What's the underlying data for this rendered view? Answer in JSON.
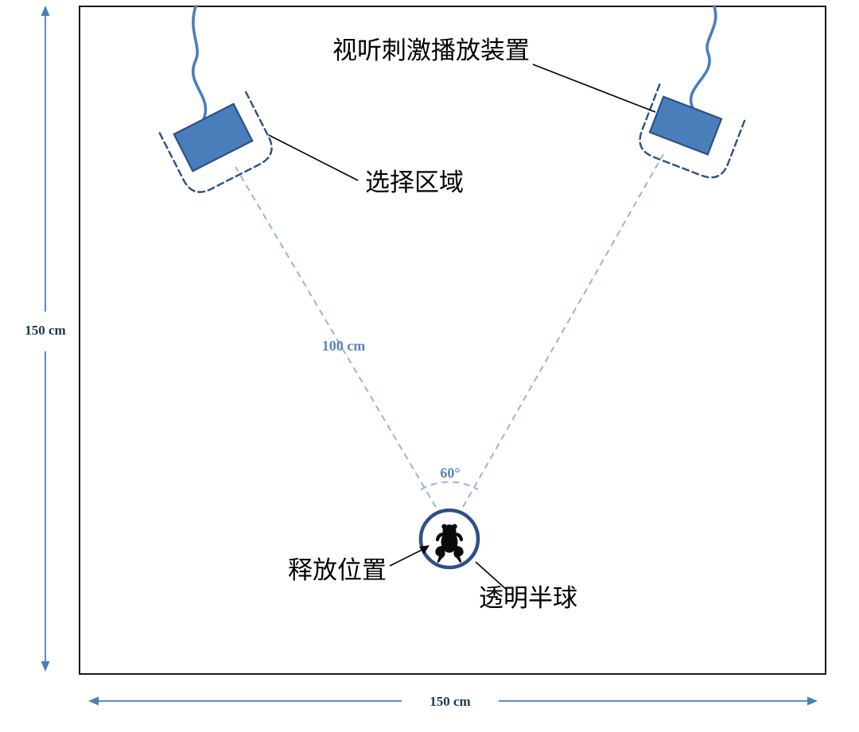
{
  "diagram": {
    "labels": {
      "device": "视听刺激播放装置",
      "choice_area": "选择区域",
      "release_position": "释放位置",
      "transparent_dome": "透明半球",
      "distance": "100 cm",
      "angle": "60°",
      "arena_height": "150 cm",
      "arena_width": "150 cm"
    },
    "colors": {
      "speaker_fill": "#4a7ebb",
      "speaker_stroke": "#2c4f87",
      "dashed_line": "#9ab4d6",
      "dim_arrow": "#4a7ebb",
      "dim_text": "#17365d",
      "measure_text": "#5e84b8"
    }
  }
}
